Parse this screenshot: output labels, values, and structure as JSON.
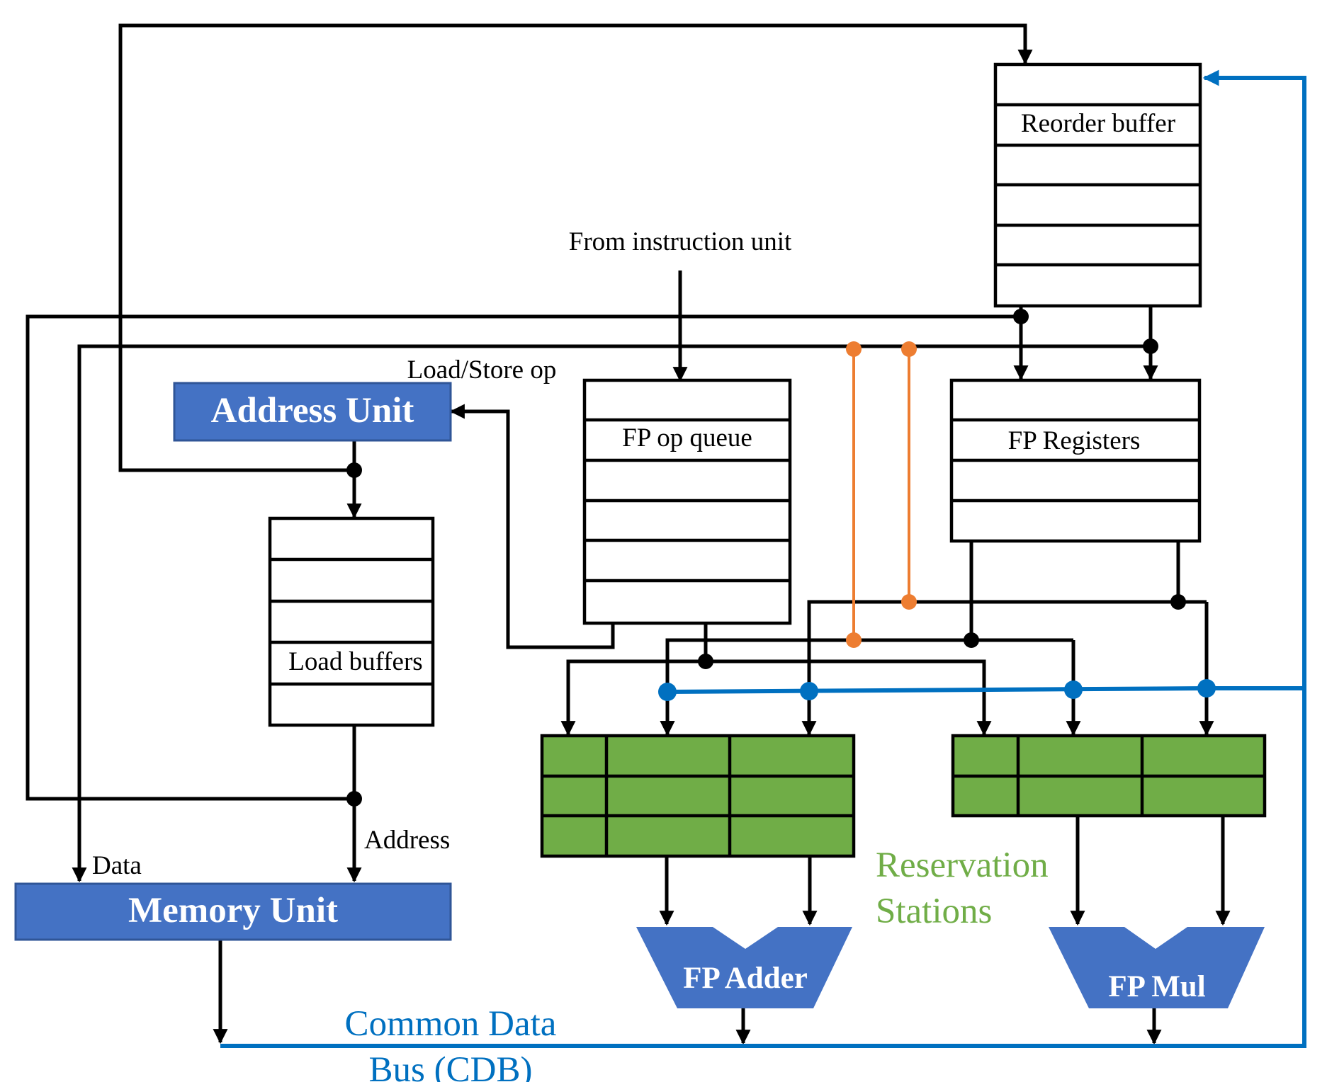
{
  "labels": {
    "reorder_buffer": "Reorder buffer",
    "from_instruction_unit": "From instruction unit",
    "load_store_op": "Load/Store op",
    "address_unit": "Address Unit",
    "fp_op_queue": "FP op queue",
    "fp_registers": "FP Registers",
    "load_buffers": "Load buffers",
    "address": "Address",
    "data": "Data",
    "memory_unit": "Memory Unit",
    "reservation": "Reservation",
    "stations": "Stations",
    "fp_adder": "FP Adder",
    "fp_mul": "FP Mul",
    "cdb_line1": "Common Data",
    "cdb_line2": "Bus (CDB)"
  },
  "colors": {
    "unit_blue": "#4472C4",
    "bus_blue": "#0070C0",
    "station_green": "#70AD47",
    "label_green": "#70AD47",
    "link_orange": "#ED7D31",
    "line_black": "#000000"
  }
}
